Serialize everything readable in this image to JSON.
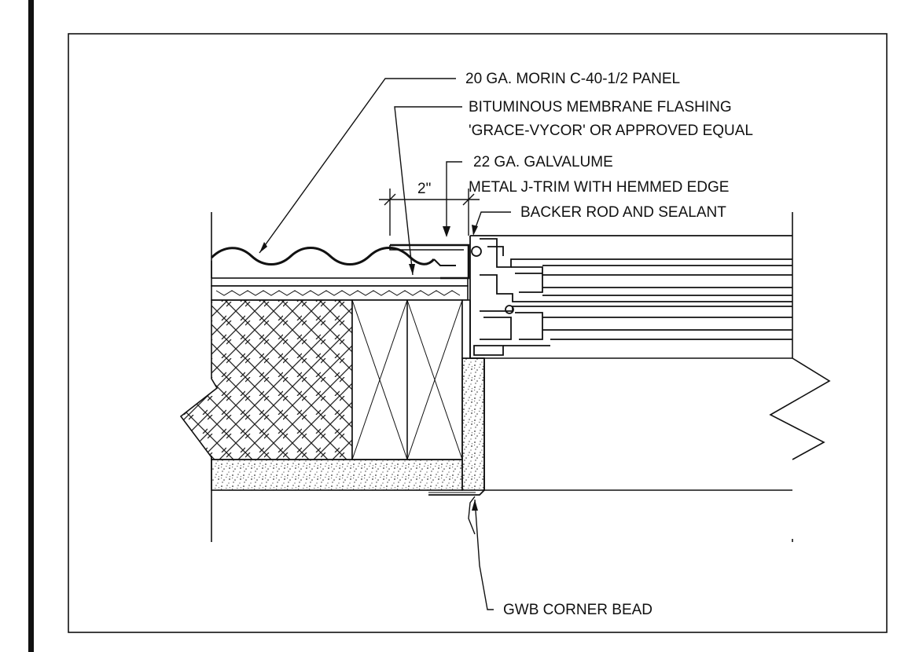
{
  "labels": {
    "panel": "20 GA. MORIN C-40-1/2 PANEL",
    "flashing_1": "BITUMINOUS MEMBRANE FLASHING",
    "flashing_2": "'GRACE-VYCOR' OR APPROVED EQUAL",
    "jtrim_1": "22 GA. GALVALUME",
    "jtrim_2": "METAL J-TRIM WITH HEMMED EDGE",
    "backer_rod": "BACKER ROD AND SEALANT",
    "corner_bead": "GWB CORNER BEAD",
    "dimension": "2\""
  },
  "colors": {
    "ink": "#111111",
    "background": "#ffffff"
  }
}
